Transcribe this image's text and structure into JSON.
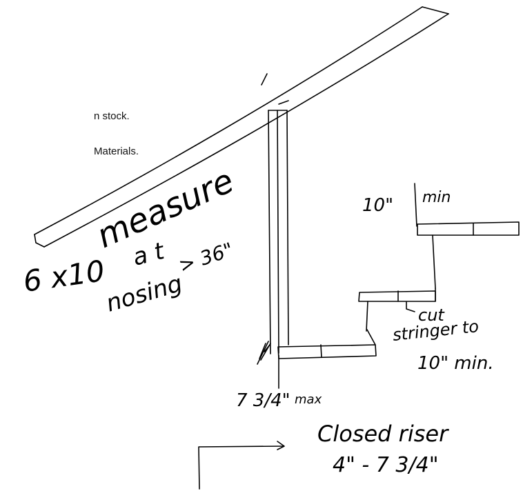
{
  "printed_text": {
    "line_1": "n stock.",
    "line_2": "Materials."
  },
  "annotations": {
    "measure": "measure",
    "at": "a t",
    "nosing": "nosing",
    "arrow_36": "> 36\"",
    "size_6x10": "6 x10",
    "tread_10": "10\"",
    "tread_min": "min",
    "cut": "cut",
    "stringer_to": "stringer to",
    "stringer_10min": "10\" min.",
    "riser_734": "7 3/4\"",
    "max": "max",
    "closed_riser": "Closed riser",
    "riser_range": "4\" - 7 3/4\""
  },
  "colors": {
    "ink": "#000000",
    "background": "#ffffff"
  }
}
